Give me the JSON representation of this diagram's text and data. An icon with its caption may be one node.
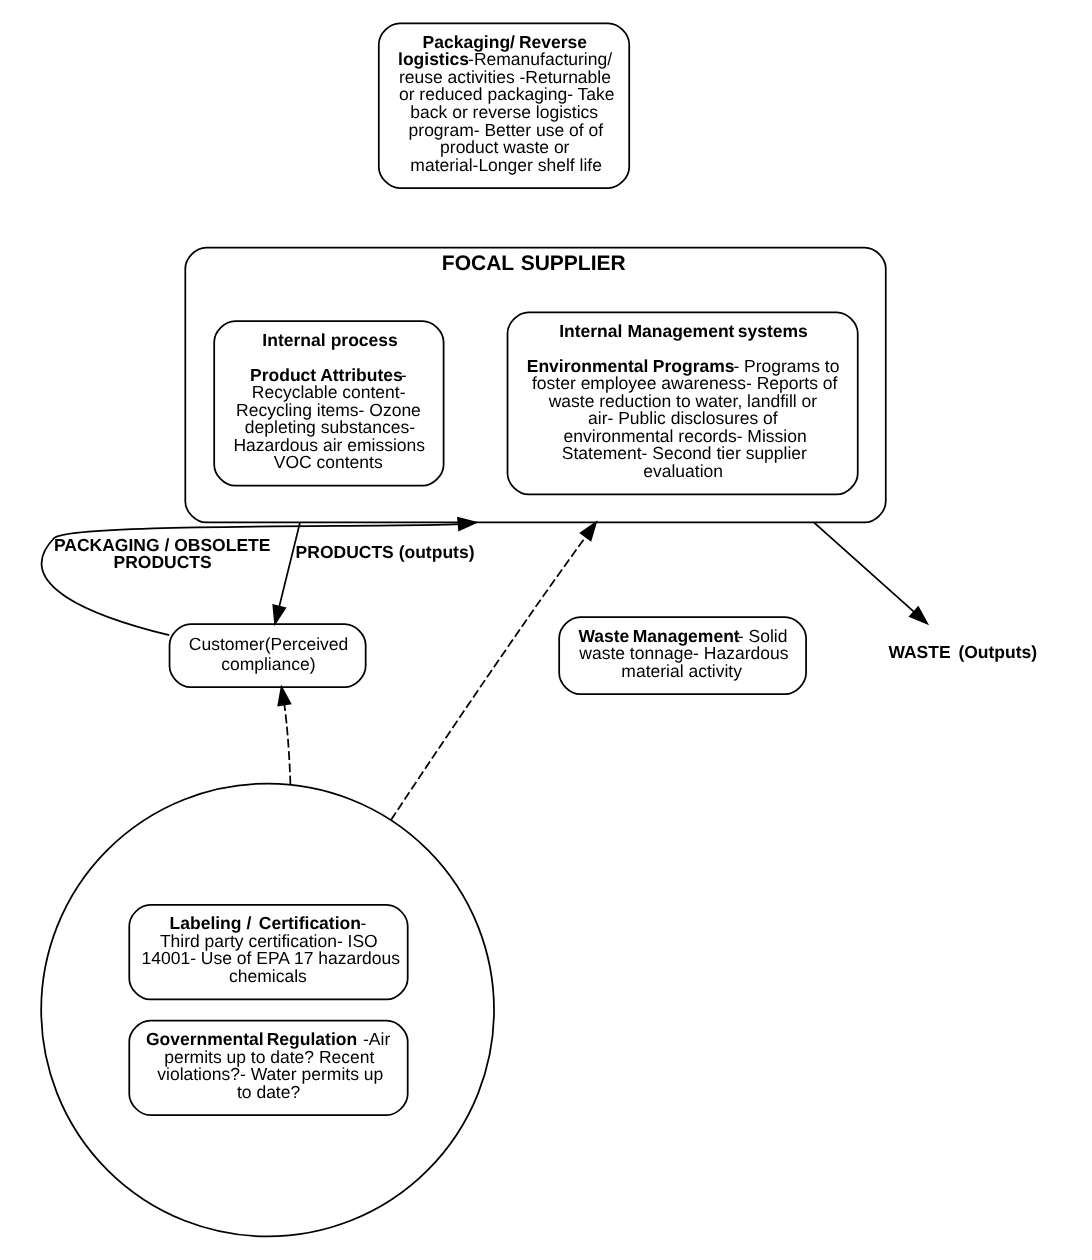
{
  "diagram": {
    "nodes": [
      {
        "text": [
          "**Packaging/ Reverse logistics**-Remanufacturing/ reuse activities -Returnable or reduced packaging- Take back or reverse logistics program- Better use of of product waste or material-Longer shelf life"
        ]
      },
      {
        "text": [
          "FOCAL SUPPLIER"
        ]
      },
      {
        "text": [
          "Internal Management systems",
          "**Environmental Programs**- Programs to foster employee awareness- Reports of waste reduction to water, landfill or air- Public disclosures of environmental records- Mission Statement- Second tier supplier evaluation"
        ],
        "in": 1
      },
      {
        "text": [
          "Internal process",
          "**Product Attributes**- Recyclable content- Recycling items- Ozone depleting substances- Hazardous air emissions VOC contents"
        ],
        "in": 1
      },
      {
        "text": [
          "Customer(Perceived compliance)"
        ]
      },
      {
        "text": [],
        "shape": "circle"
      },
      {
        "text": [
          "**Labeling / Certification**- Third party certification- ISO 14001- Use of EPA 17 hazardous chemicals"
        ],
        "in": 5
      },
      {
        "text": [
          "**Governmental Regulation** -Air permits up to date? Recent violations?- Water permits up to date?"
        ],
        "in": 5
      },
      {
        "text": [
          "**Waste Management**- Solid waste tonnage- Hazardous material activity"
        ]
      },
      {
        "text": [
          "WASTE (Outputs)"
        ]
      }
    ],
    "edges": [
      {
        "from": 4,
        "to": 1,
        "arrow": "to",
        "label": "PACKAGING / OBSOLETE PRODUCTS"
      },
      {
        "from": 1,
        "to": 4,
        "arrow": "to",
        "label": "PRODUCTS (outputs)"
      },
      {
        "from": 5,
        "to": 1,
        "arrow": "to",
        "style": "dashed"
      },
      {
        "from": 5,
        "to": 4,
        "arrow": "to",
        "style": "dashed"
      },
      {
        "from": 1,
        "to": 9,
        "arrow": "to"
      }
    ]
  }
}
